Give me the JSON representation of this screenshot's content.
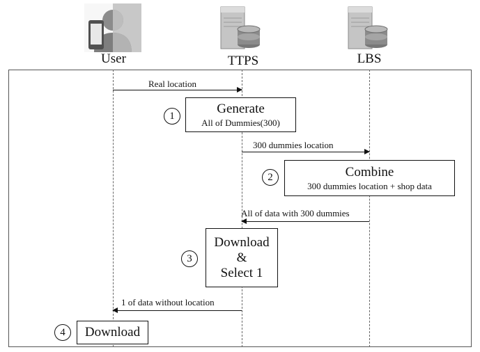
{
  "actors": [
    {
      "id": "user",
      "label": "User",
      "icon": "user-phone-icon"
    },
    {
      "id": "ttps",
      "label": "TTPS",
      "icon": "server-database-icon"
    },
    {
      "id": "lbs",
      "label": "LBS",
      "icon": "server-database-icon"
    }
  ],
  "messages": [
    {
      "label": "Real location",
      "from": "User",
      "to": "TTPS"
    },
    {
      "label": "300 dummies location",
      "from": "TTPS",
      "to": "LBS"
    },
    {
      "label": "All of data with 300 dummies",
      "from": "LBS",
      "to": "TTPS"
    },
    {
      "label": "1 of data without location",
      "from": "TTPS",
      "to": "User"
    }
  ],
  "steps": [
    {
      "number": "1",
      "lines": [
        "Generate",
        "All of Dummies(300)"
      ]
    },
    {
      "number": "2",
      "lines": [
        "Combine",
        "300 dummies location + shop data"
      ]
    },
    {
      "number": "3",
      "lines": [
        "Download",
        "&",
        "Select 1"
      ]
    },
    {
      "number": "4",
      "lines": [
        "Download"
      ]
    }
  ]
}
